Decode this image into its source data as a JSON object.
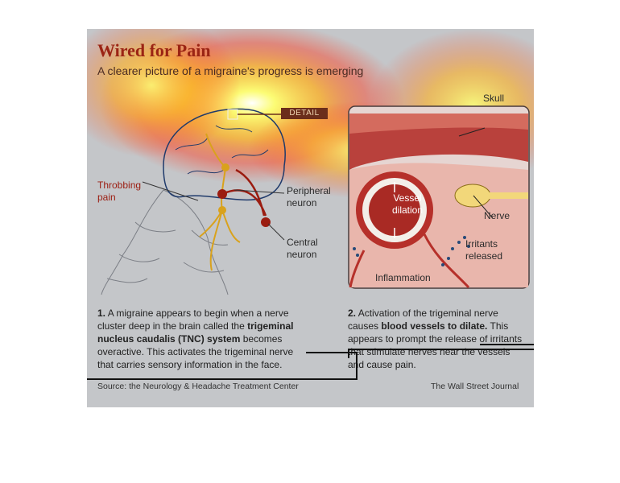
{
  "header": {
    "title": "Wired for Pain",
    "subtitle": "A clearer picture of a migraine's progress is emerging"
  },
  "labels": {
    "detail": "DETAIL",
    "skull": "Skull",
    "throbbing_pain": "Throbbing pain",
    "peripheral_neuron": "Peripheral neuron",
    "central_neuron": "Central neuron",
    "vessel_dilation": "Vessel dilation",
    "nerve": "Nerve",
    "irritants_released": "Irritants released",
    "inflammation": "Inflammation"
  },
  "captions": {
    "step1_num": "1.",
    "step1_a": " A migraine appears to begin when a nerve cluster deep in the brain called the ",
    "step1_bold": "trigeminal nucleus caudalis (TNC) system",
    "step1_b": " becomes overactive. This activates the trigeminal nerve that carries sensory information in the face.",
    "step2_num": "2.",
    "step2_a": " Activation of the trigeminal nerve causes ",
    "step2_bold": "blood vessels to dilate.",
    "step2_b": " This appears to prompt the release of irritants that stimulate nerves near the vessels and cause pain."
  },
  "footer": {
    "source": "Source: the Neurology & Headache Treatment Center",
    "credit": "The Wall Street Journal"
  },
  "colors": {
    "panel": "#c4c6c9",
    "accent_red": "#9b2414",
    "nerve_gold": "#d9a21c",
    "heatmap_yellow": "#ffff6e",
    "heatmap_red": "#ff3a1e"
  }
}
